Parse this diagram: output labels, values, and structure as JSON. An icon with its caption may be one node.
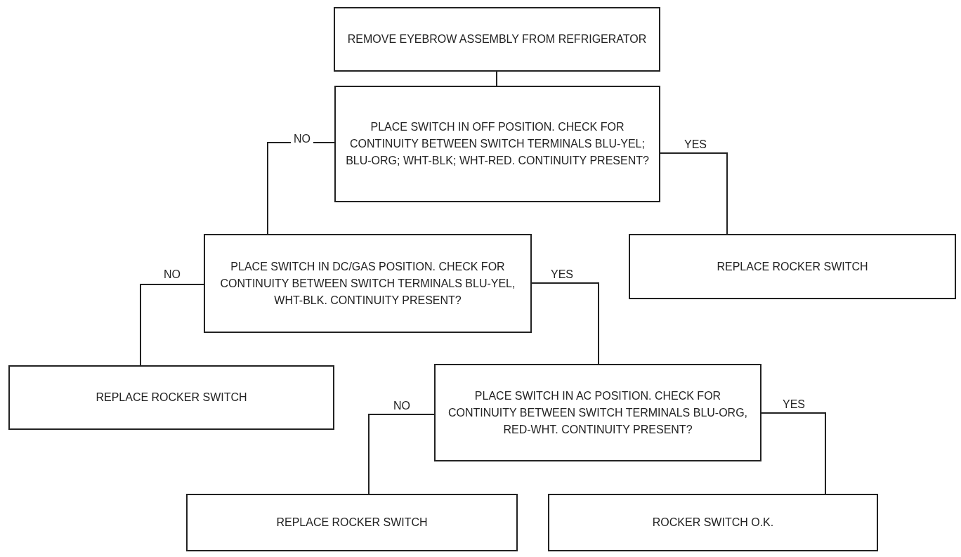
{
  "diagram": {
    "nodes": [
      {
        "text": [
          "REMOVE EYEBROW ASSEMBLY FROM REFRIGERATOR"
        ]
      },
      {
        "text": [
          "PLACE SWITCH IN OFF POSITION. CHECK FOR CONTINUITY BETWEEN SWITCH TERMINALS BLU-YEL; BLU-ORG; WHT-BLK; WHT-RED. CONTINUITY PRESENT?"
        ]
      },
      {
        "text": [
          "PLACE SWITCH IN DC/GAS POSITION. CHECK FOR CONTINUITY BETWEEN SWITCH TERMINALS BLU-YEL, WHT-BLK. CONTINUITY PRESENT?"
        ]
      },
      {
        "text": [
          "REPLACE ROCKER SWITCH"
        ]
      },
      {
        "text": [
          "REPLACE ROCKER SWITCH"
        ]
      },
      {
        "text": [
          "PLACE SWITCH IN AC POSITION. CHECK FOR CONTINUITY BETWEEN SWITCH TERMINALS BLU-ORG, RED-WHT. CONTINUITY PRESENT?"
        ]
      },
      {
        "text": [
          "REPLACE ROCKER SWITCH"
        ]
      },
      {
        "text": [
          "ROCKER SWITCH O.K."
        ]
      }
    ],
    "edges": [
      {
        "from": 0,
        "to": 1,
        "arrow": "none"
      },
      {
        "from": 1,
        "to": 2,
        "arrow": "none",
        "label": "NO"
      },
      {
        "from": 1,
        "to": 3,
        "arrow": "none",
        "label": "YES"
      },
      {
        "from": 2,
        "to": 4,
        "arrow": "none",
        "label": "NO"
      },
      {
        "from": 2,
        "to": 5,
        "arrow": "none",
        "label": "YES"
      },
      {
        "from": 5,
        "to": 6,
        "arrow": "none",
        "label": "NO"
      },
      {
        "from": 5,
        "to": 7,
        "arrow": "none",
        "label": "YES"
      }
    ]
  }
}
